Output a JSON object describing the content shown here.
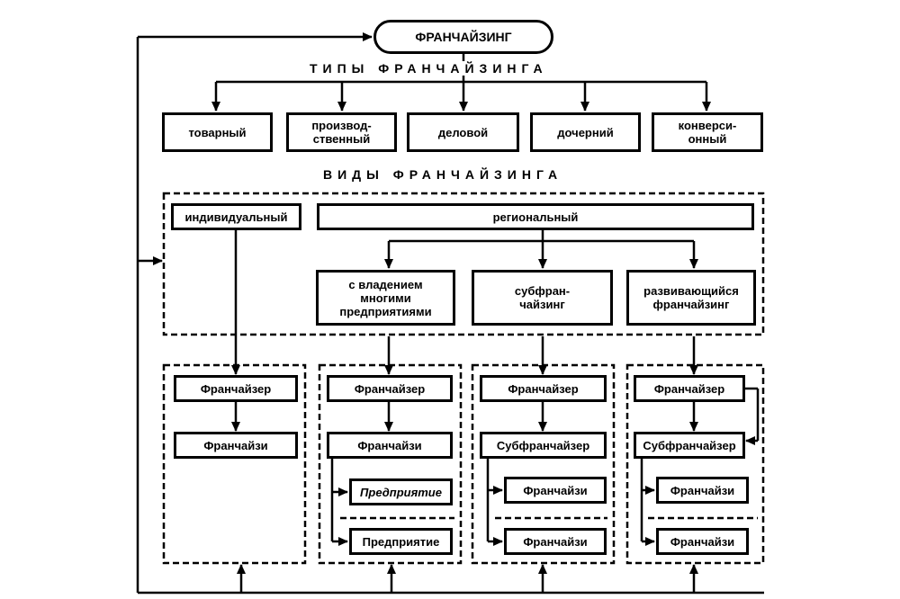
{
  "root": {
    "label": "ФРАНЧАЙЗИНГ"
  },
  "types": {
    "heading": "ТИПЫ ФРАНЧАЙЗИНГА",
    "items": [
      "товарный",
      "производ-\nственный",
      "деловой",
      "дочерний",
      "конверси-\nонный"
    ]
  },
  "kinds": {
    "heading": "ВИДЫ ФРАНЧАЙЗИНГА",
    "individual": "индивидуальный",
    "regional": "региональный",
    "regional_subtypes": [
      "с владением\nмногими\nпредприятиями",
      "субфран-\nчайзинг",
      "развивающийся\nфранчайзинг"
    ]
  },
  "schemes": {
    "franchisor": "Франчайзер",
    "franchisee": "Франчайзи",
    "subfranchisor": "Субфранчайзер",
    "enterprise": "Предприятие"
  }
}
